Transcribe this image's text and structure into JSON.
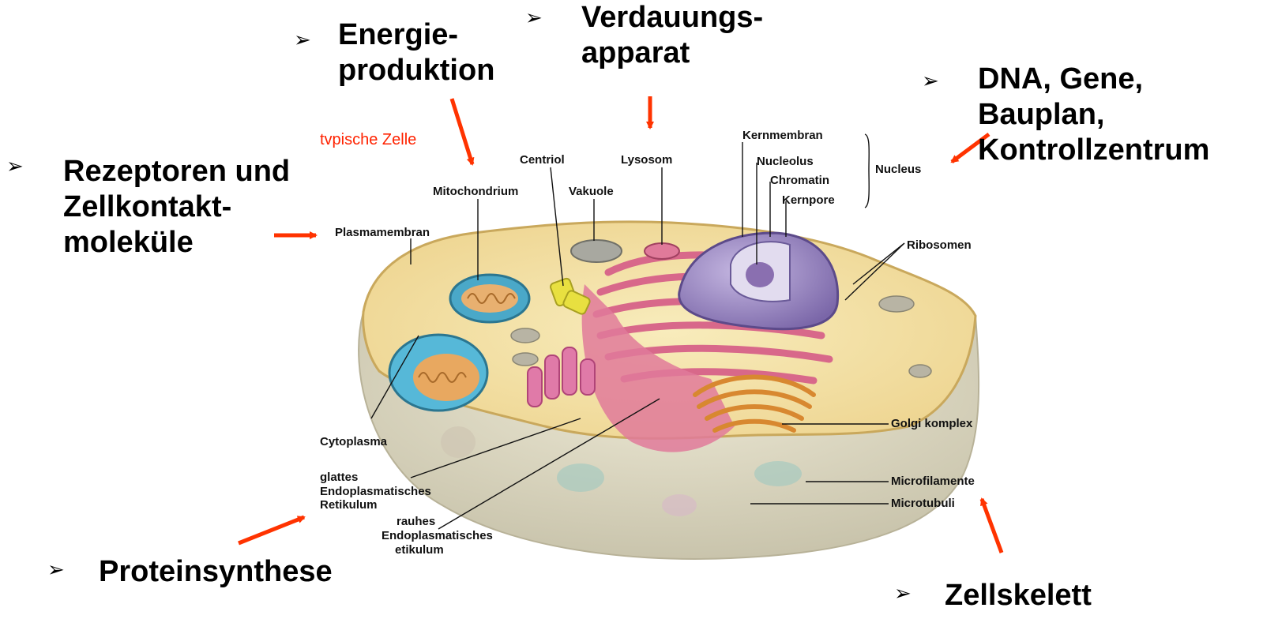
{
  "diagram_title": "tvpische Zelle",
  "callouts": {
    "energie": {
      "line1": "Energie-",
      "line2": "produktion"
    },
    "verdauung": {
      "line1": "Verdauungs-",
      "line2": "apparat"
    },
    "dna": {
      "line1": "DNA, Gene,",
      "line2": "Bauplan,",
      "line3": "Kontrollzentrum"
    },
    "rezeptoren": {
      "line1": "Rezeptoren und",
      "line2": "Zellkontakt-",
      "line3": "moleküle"
    },
    "protein": {
      "line1": "Proteinsynthese"
    },
    "zellskelett": {
      "line1": "Zellskelett"
    }
  },
  "bullet_symbol": "➢",
  "labels": {
    "centriol": "Centriol",
    "lysosom": "Lysosom",
    "kernmembran": "Kernmembran",
    "nucleolus": "Nucleolus",
    "chromatin": "Chromatin",
    "kernpore": "Kernpore",
    "nucleus": "Nucleus",
    "mitochondrium": "Mitochondrium",
    "vakuole": "Vakuole",
    "plasmamembran": "Plasmamembran",
    "ribosomen": "Ribosomen",
    "golgi": "Golgi komplex",
    "cytoplasma": "Cytoplasma",
    "glattes1": "glattes",
    "glattes2": "Endoplasmatisches",
    "glattes3": "Retikulum",
    "rauhes1": "rauhes",
    "rauhes2": "Endoplasmatisches",
    "rauhes3": "etikulum",
    "microfilamente": "Microfilamente",
    "microtubuli": "Microtubuli"
  },
  "colors": {
    "arrow": "#ff3300",
    "title_red": "#ff2200",
    "cytoplasm": "#f2e0a0",
    "cell_shell": "#dcd8c4",
    "er": "#d8688a",
    "nucleus": "#9a86c0",
    "mitochondrion": "#4aa8c8",
    "golgi": "#e8a040"
  }
}
